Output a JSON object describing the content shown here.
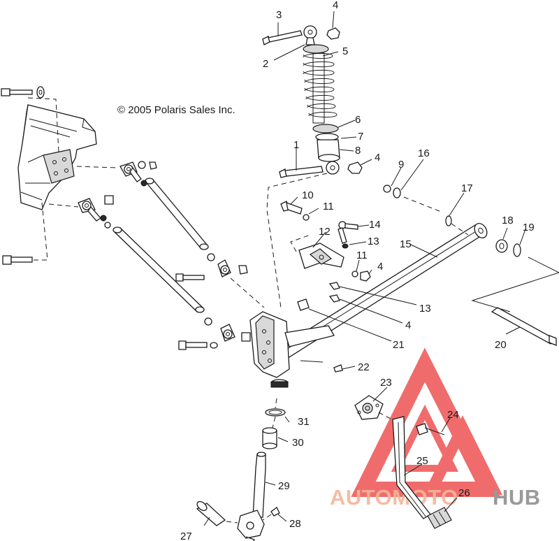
{
  "copyright": "© 2005 Polaris Sales Inc.",
  "watermark": {
    "word_a": "AUTOMOTO",
    "word_b": "HUB",
    "color_a": "#f5b59a",
    "color_b": "#9a9a9a",
    "triangle_color": "#ec3b3b"
  },
  "callouts": {
    "c1": "1",
    "c2": "2",
    "c3": "3",
    "c4a": "4",
    "c4b": "4",
    "c4c": "4",
    "c4d": "4",
    "c5": "5",
    "c6": "6",
    "c7": "7",
    "c8": "8",
    "c9": "9",
    "c10": "10",
    "c11a": "11",
    "c11b": "11",
    "c12": "12",
    "c13a": "13",
    "c13b": "13",
    "c14": "14",
    "c15": "15",
    "c16": "16",
    "c17": "17",
    "c18": "18",
    "c19": "19",
    "c20": "20",
    "c21": "21",
    "c22": "22",
    "c23": "23",
    "c24": "24",
    "c25": "25",
    "c26": "26",
    "c27": "27",
    "c28": "28",
    "c29": "29",
    "c30": "30",
    "c31": "31"
  }
}
